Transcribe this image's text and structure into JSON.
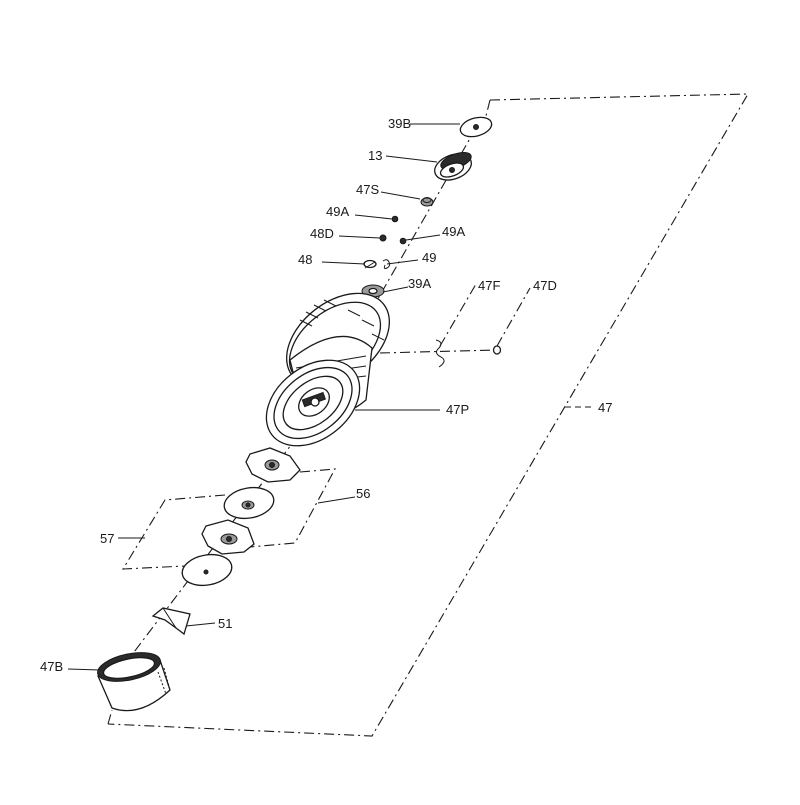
{
  "labels": {
    "p39B": "39B",
    "p13": "13",
    "p47S": "47S",
    "p49A_left": "49A",
    "p48D": "48D",
    "p49A_right": "49A",
    "p48": "48",
    "p49": "49",
    "p39A": "39A",
    "p47F": "47F",
    "p47D": "47D",
    "p47P": "47P",
    "p47": "47",
    "p56": "56",
    "p57": "57",
    "p51": "51",
    "p47B": "47B"
  }
}
